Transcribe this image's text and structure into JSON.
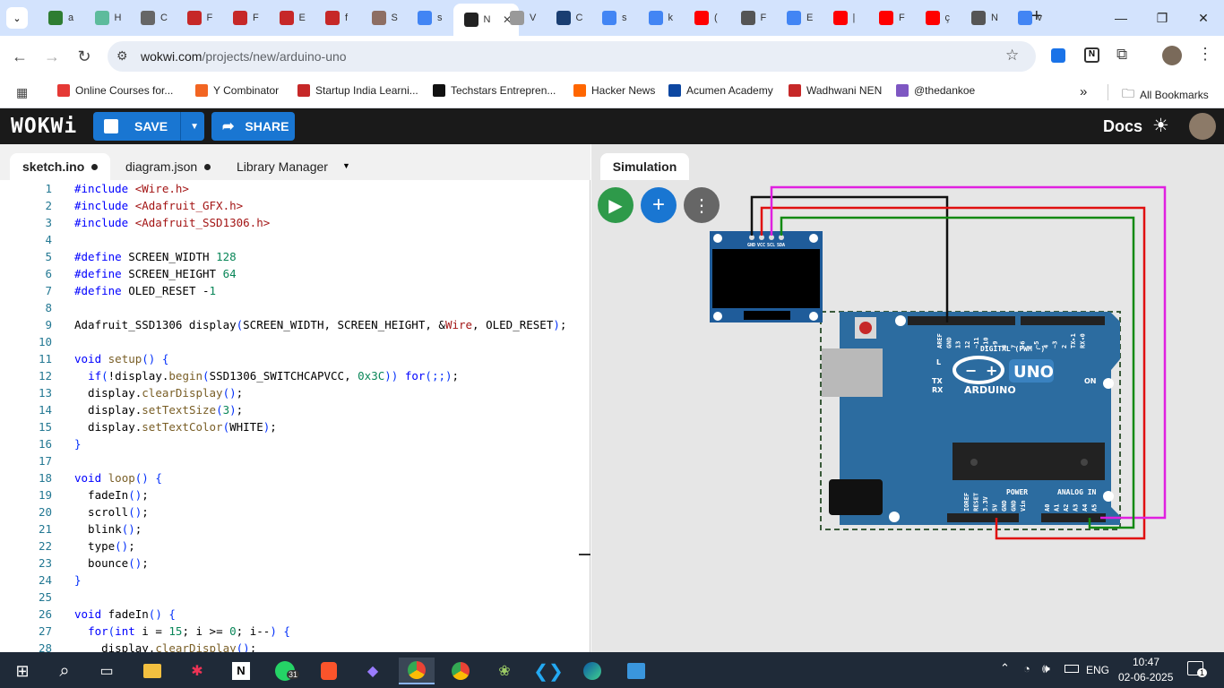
{
  "browser": {
    "tabs": [
      {
        "label": "a",
        "color": "#2e7d32"
      },
      {
        "label": "H",
        "color": "#5dbb9c"
      },
      {
        "label": "C",
        "color": "#666666"
      },
      {
        "label": "F",
        "color": "#c62828"
      },
      {
        "label": "F",
        "color": "#c62828"
      },
      {
        "label": "E",
        "color": "#c62828"
      },
      {
        "label": "f",
        "color": "#c62828"
      },
      {
        "label": "S",
        "color": "#8d6e63"
      },
      {
        "label": "s",
        "color": "#4285f4"
      },
      {
        "label": "N",
        "color": "#222222",
        "active": true
      },
      {
        "label": "V",
        "color": "#999999"
      },
      {
        "label": "C",
        "color": "#1a3e72"
      },
      {
        "label": "s",
        "color": "#4285f4"
      },
      {
        "label": "k",
        "color": "#4285f4"
      },
      {
        "label": "(",
        "color": "#ff0000"
      },
      {
        "label": "F",
        "color": "#555555"
      },
      {
        "label": "E",
        "color": "#4285f4"
      },
      {
        "label": "|",
        "color": "#ff0000"
      },
      {
        "label": "F",
        "color": "#ff0000"
      },
      {
        "label": "ç",
        "color": "#ff0000"
      },
      {
        "label": "N",
        "color": "#555555"
      },
      {
        "label": "v",
        "color": "#4285f4"
      }
    ],
    "new_tab": "+",
    "url_host": "wokwi.com",
    "url_path": "/projects/new/arduino-uno",
    "bookmarks": [
      {
        "label": "Online Courses for...",
        "color": "#e53935"
      },
      {
        "label": "Y Combinator",
        "color": "#f26522"
      },
      {
        "label": "Startup India Learni...",
        "color": "#c62828"
      },
      {
        "label": "Techstars Entrepren...",
        "color": "#111111"
      },
      {
        "label": "Hacker News",
        "color": "#ff6600"
      },
      {
        "label": "Acumen Academy",
        "color": "#0d47a1"
      },
      {
        "label": "Wadhwani NEN",
        "color": "#c62828"
      },
      {
        "label": "@thedankoe",
        "color": "#7e57c2"
      }
    ],
    "more_bookmarks": "»",
    "all_bookmarks": "All Bookmarks"
  },
  "wokwi": {
    "logo": "WOKWi",
    "save_label": "SAVE",
    "share_label": "SHARE",
    "docs_label": "Docs",
    "editor_tabs": [
      "sketch.ino",
      "diagram.json",
      "Library Manager"
    ],
    "sim_tab": "Simulation"
  },
  "code": [
    [
      [
        "k",
        "#include "
      ],
      [
        "s",
        "<Wire.h>"
      ]
    ],
    [
      [
        "k",
        "#include "
      ],
      [
        "s",
        "<Adafruit_GFX.h>"
      ]
    ],
    [
      [
        "k",
        "#include "
      ],
      [
        "s",
        "<Adafruit_SSD1306.h>"
      ]
    ],
    [],
    [
      [
        "k",
        "#define "
      ],
      [
        "t",
        "SCREEN_WIDTH "
      ],
      [
        "n",
        "128"
      ]
    ],
    [
      [
        "k",
        "#define "
      ],
      [
        "t",
        "SCREEN_HEIGHT "
      ],
      [
        "n",
        "64"
      ]
    ],
    [
      [
        "k",
        "#define "
      ],
      [
        "t",
        "OLED_RESET -"
      ],
      [
        "n",
        "1"
      ]
    ],
    [],
    [
      [
        "t",
        "Adafruit_SSD1306 display"
      ],
      [
        "p",
        "("
      ],
      [
        "t",
        "SCREEN_WIDTH, SCREEN_HEIGHT, &"
      ],
      [
        "s",
        "Wire"
      ],
      [
        "t",
        ", OLED_RESET"
      ],
      [
        "p",
        ")"
      ],
      [
        "t",
        ";"
      ]
    ],
    [],
    [
      [
        "k",
        "void "
      ],
      [
        "f",
        "setup"
      ],
      [
        "p",
        "() {"
      ]
    ],
    [
      [
        "t",
        "  "
      ],
      [
        "k",
        "if"
      ],
      [
        "p",
        "("
      ],
      [
        "t",
        "!display."
      ],
      [
        "f",
        "begin"
      ],
      [
        "p",
        "("
      ],
      [
        "t",
        "SSD1306_SWITCHCAPVCC, "
      ],
      [
        "n",
        "0x3C"
      ],
      [
        "p",
        "))"
      ],
      [
        "t",
        " "
      ],
      [
        "k",
        "for"
      ],
      [
        "p",
        "(;;)"
      ],
      [
        "t",
        ";"
      ]
    ],
    [
      [
        "t",
        "  display."
      ],
      [
        "f",
        "clearDisplay"
      ],
      [
        "p",
        "()"
      ],
      [
        "t",
        ";"
      ]
    ],
    [
      [
        "t",
        "  display."
      ],
      [
        "f",
        "setTextSize"
      ],
      [
        "p",
        "("
      ],
      [
        "n",
        "3"
      ],
      [
        "p",
        ")"
      ],
      [
        "t",
        ";"
      ]
    ],
    [
      [
        "t",
        "  display."
      ],
      [
        "f",
        "setTextColor"
      ],
      [
        "p",
        "("
      ],
      [
        "t",
        "WHITE"
      ],
      [
        "p",
        ")"
      ],
      [
        "t",
        ";"
      ]
    ],
    [
      [
        "p",
        "}"
      ]
    ],
    [],
    [
      [
        "k",
        "void "
      ],
      [
        "f",
        "loop"
      ],
      [
        "p",
        "() {"
      ]
    ],
    [
      [
        "t",
        "  fadeIn"
      ],
      [
        "p",
        "()"
      ],
      [
        "t",
        ";"
      ]
    ],
    [
      [
        "t",
        "  scroll"
      ],
      [
        "p",
        "()"
      ],
      [
        "t",
        ";"
      ]
    ],
    [
      [
        "t",
        "  blink"
      ],
      [
        "p",
        "()"
      ],
      [
        "t",
        ";"
      ]
    ],
    [
      [
        "t",
        "  type"
      ],
      [
        "p",
        "()"
      ],
      [
        "t",
        ";"
      ]
    ],
    [
      [
        "t",
        "  bounce"
      ],
      [
        "p",
        "()"
      ],
      [
        "t",
        ";"
      ]
    ],
    [
      [
        "p",
        "}"
      ]
    ],
    [],
    [
      [
        "k",
        "void "
      ],
      [
        "t",
        "fadeIn"
      ],
      [
        "p",
        "() {"
      ]
    ],
    [
      [
        "t",
        "  "
      ],
      [
        "k",
        "for"
      ],
      [
        "p",
        "("
      ],
      [
        "k",
        "int "
      ],
      [
        "t",
        "i = "
      ],
      [
        "n",
        "15"
      ],
      [
        "t",
        "; i >= "
      ],
      [
        "n",
        "0"
      ],
      [
        "t",
        "; i--"
      ],
      [
        "p",
        ")"
      ],
      [
        "t",
        " "
      ],
      [
        "p",
        "{"
      ]
    ],
    [
      [
        "t",
        "    display."
      ],
      [
        "f",
        "clearDisplay"
      ],
      [
        "p",
        "()"
      ],
      [
        "t",
        ";"
      ]
    ]
  ],
  "oled_pins": [
    "GND",
    "VCC",
    "SCL",
    "SDA"
  ],
  "board": {
    "brand": "ARDUINO",
    "model": "UNO",
    "digital_label": "DIGITAL (PWM ~)",
    "power_label": "POWER",
    "analog_label": "ANALOG IN",
    "on_label": "ON",
    "tx": "TX",
    "rx": "RX",
    "l": "L",
    "top_pins": [
      "AREF",
      "GND",
      "13",
      "12",
      "~11",
      "~10",
      "~9",
      "8",
      "7",
      "~6",
      "~5",
      "4",
      "~3",
      "2",
      "TX▸1",
      "RX◂0"
    ],
    "power_pins": [
      "IOREF",
      "RESET",
      "3.3V",
      "5V",
      "GND",
      "GND",
      "Vin"
    ],
    "analog_pins": [
      "A0",
      "A1",
      "A2",
      "A3",
      "A4",
      "A5"
    ]
  },
  "taskbar": {
    "lang": "ENG",
    "time": "10:47",
    "date": "02-06-2025",
    "whatsapp_badge": "31",
    "notif": "1"
  }
}
